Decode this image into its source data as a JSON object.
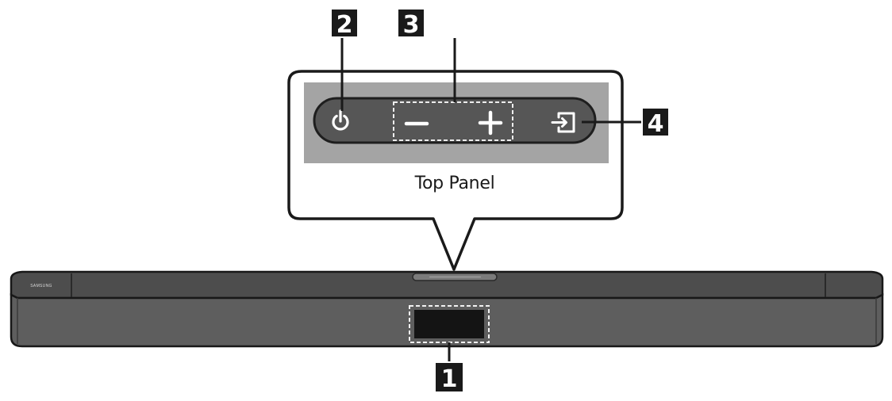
{
  "panel": {
    "caption": "Top Panel"
  },
  "brand": {
    "logo_text": "SAMSUNG"
  },
  "callouts": [
    {
      "id": "1",
      "label": "1",
      "target": "display"
    },
    {
      "id": "2",
      "label": "2",
      "target": "power-button"
    },
    {
      "id": "3",
      "label": "3",
      "target": "volume-buttons"
    },
    {
      "id": "4",
      "label": "4",
      "target": "source-button"
    }
  ],
  "buttons": {
    "power": {
      "icon": "power-icon"
    },
    "volume_down": {
      "icon": "minus-icon"
    },
    "volume_up": {
      "icon": "plus-icon"
    },
    "source": {
      "icon": "source-input-icon"
    }
  },
  "colors": {
    "badge_background": "#1a1a1a",
    "badge_text": "#ffffff",
    "panel_surface": "#a4a4a4",
    "soundbar_body": "#5b5b5b",
    "display_window": "#141414"
  }
}
